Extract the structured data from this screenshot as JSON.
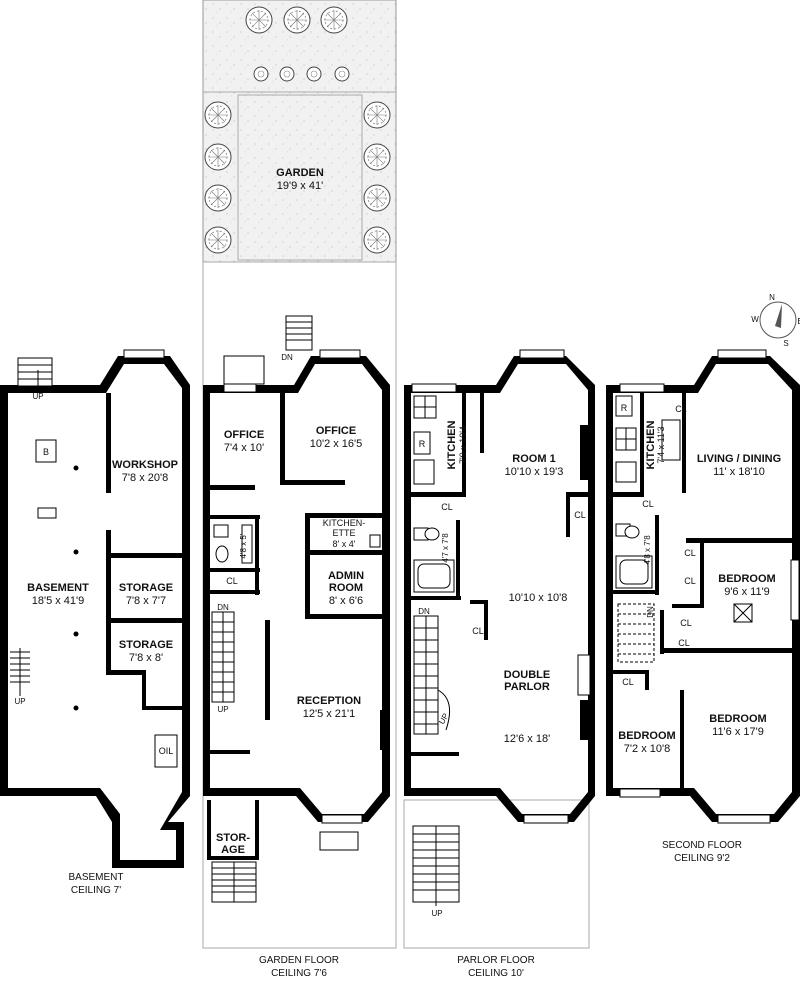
{
  "garden": {
    "label": "GARDEN",
    "dim": "19'9 x 41'"
  },
  "basement": {
    "caption_line1": "BASEMENT",
    "caption_line2": "CEILING 7'",
    "rooms": {
      "workshop": {
        "label": "WORKSHOP",
        "dim": "7'8 x 20'8"
      },
      "basement": {
        "label": "BASEMENT",
        "dim": "18'5 x 41'9"
      },
      "storage1": {
        "label": "STORAGE",
        "dim": "7'8 x 7'7"
      },
      "storage2": {
        "label": "STORAGE",
        "dim": "7'8 x 8'"
      }
    },
    "boiler": "B",
    "oil": "OIL",
    "up_top": "UP",
    "up_side": "UP"
  },
  "garden_floor": {
    "caption_line1": "GARDEN FLOOR",
    "caption_line2": "CEILING 7'6",
    "rooms": {
      "office_left": {
        "label": "OFFICE",
        "dim": "7'4 x 10'"
      },
      "office_right": {
        "label": "OFFICE",
        "dim": "10'2 x 16'5"
      },
      "kitchenette_l1": "KITCHEN-",
      "kitchenette_l2": "ETTE",
      "kitchenette_dim": "8' x 4'",
      "admin_l1": "ADMIN",
      "admin_l2": "ROOM",
      "admin_dim": "8' x 6'6",
      "bath_dim": "4'8 x 5'",
      "closet": "CL",
      "reception": {
        "label": "RECEPTION",
        "dim": "12'5 x 21'1"
      },
      "storage_l1": "STOR-",
      "storage_l2": "AGE"
    },
    "dn_top": "DN",
    "dn_stair": "DN",
    "up_stair": "UP"
  },
  "parlor_floor": {
    "caption_line1": "PARLOR FLOOR",
    "caption_line2": "CEILING 10'",
    "rooms": {
      "kitchen": {
        "label": "KITCHEN",
        "dim": "7'9 x 10'4"
      },
      "room1": {
        "label": "ROOM 1",
        "dim": "10'10 x 19'3"
      },
      "cl_right": "CL",
      "cl_kitchen": "CL",
      "cl_stair": "CL",
      "bath_dim": "4'7 x 7'8",
      "middle_dim": "10'10 x 10'8",
      "double_parlor_label": "DOUBLE",
      "double_parlor_label2": "PARLOR",
      "double_parlor_dim": "12'6 x 18'",
      "fridge": "R"
    },
    "dn": "DN",
    "up_stair": "UP",
    "up_stoop": "UP"
  },
  "second_floor": {
    "caption_line1": "SECOND FLOOR",
    "caption_line2": "CEILING 9'2",
    "rooms": {
      "kitchen": {
        "label": "KITCHEN",
        "dim": "7'4 x 11'3"
      },
      "living": {
        "label": "LIVING / DINING",
        "dim": "11' x 18'10"
      },
      "bedroom_mid": {
        "label": "BEDROOM",
        "dim": "9'6 x 11'9"
      },
      "bedroom_small": {
        "label": "BEDROOM",
        "dim": "7'2 x 10'8"
      },
      "bedroom_large": {
        "label": "BEDROOM",
        "dim": "11'6 x 17'9"
      },
      "bath_dim": "4'8 x 7'8",
      "cl": "CL",
      "fridge": "R"
    },
    "dn": "DN"
  },
  "compass": {
    "n": "N",
    "s": "S",
    "e": "E",
    "w": "W"
  }
}
